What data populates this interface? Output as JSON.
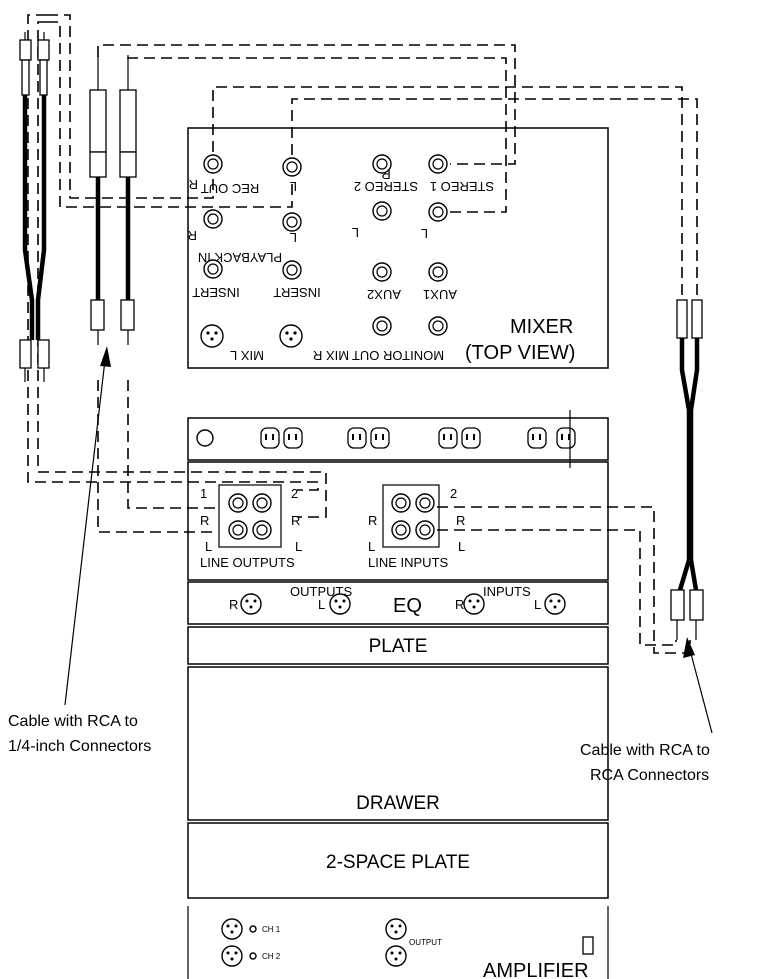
{
  "mixer": {
    "title_line1": "MIXER",
    "title_line2": "(TOP VIEW)",
    "rec_out": "REC OUT",
    "playback_in": "PLAYBACK IN",
    "stereo1": "STEREO 1",
    "stereo2": "STEREO 2",
    "insert": "INSERT",
    "aux1": "AUX1",
    "aux2": "AUX2",
    "mix_l": "MIX L",
    "mix_r": "MIX R",
    "monitor_out": "MONITOR OUT",
    "l": "L",
    "r": "R"
  },
  "rack": {
    "line_outputs": "LINE OUTPUTS",
    "line_inputs": "LINE INPUTS",
    "num1": "1",
    "num2": "2",
    "l": "L",
    "r": "R",
    "eq": "EQ",
    "eq_outputs": "OUTPUTS",
    "eq_inputs": "INPUTS",
    "plate": "PLATE",
    "drawer": "DRAWER",
    "two_space_plate": "2-SPACE PLATE"
  },
  "amplifier": {
    "label": "AMPLIFIER",
    "ch1": "CH 1",
    "ch2": "CH 2",
    "output": "OUTPUT"
  },
  "callouts": {
    "rca_quarter_line1": "Cable with RCA  to",
    "rca_quarter_line2": "1/4-inch Connectors",
    "rca_rca_line1": "Cable with RCA to",
    "rca_rca_line2": "RCA Connectors"
  }
}
